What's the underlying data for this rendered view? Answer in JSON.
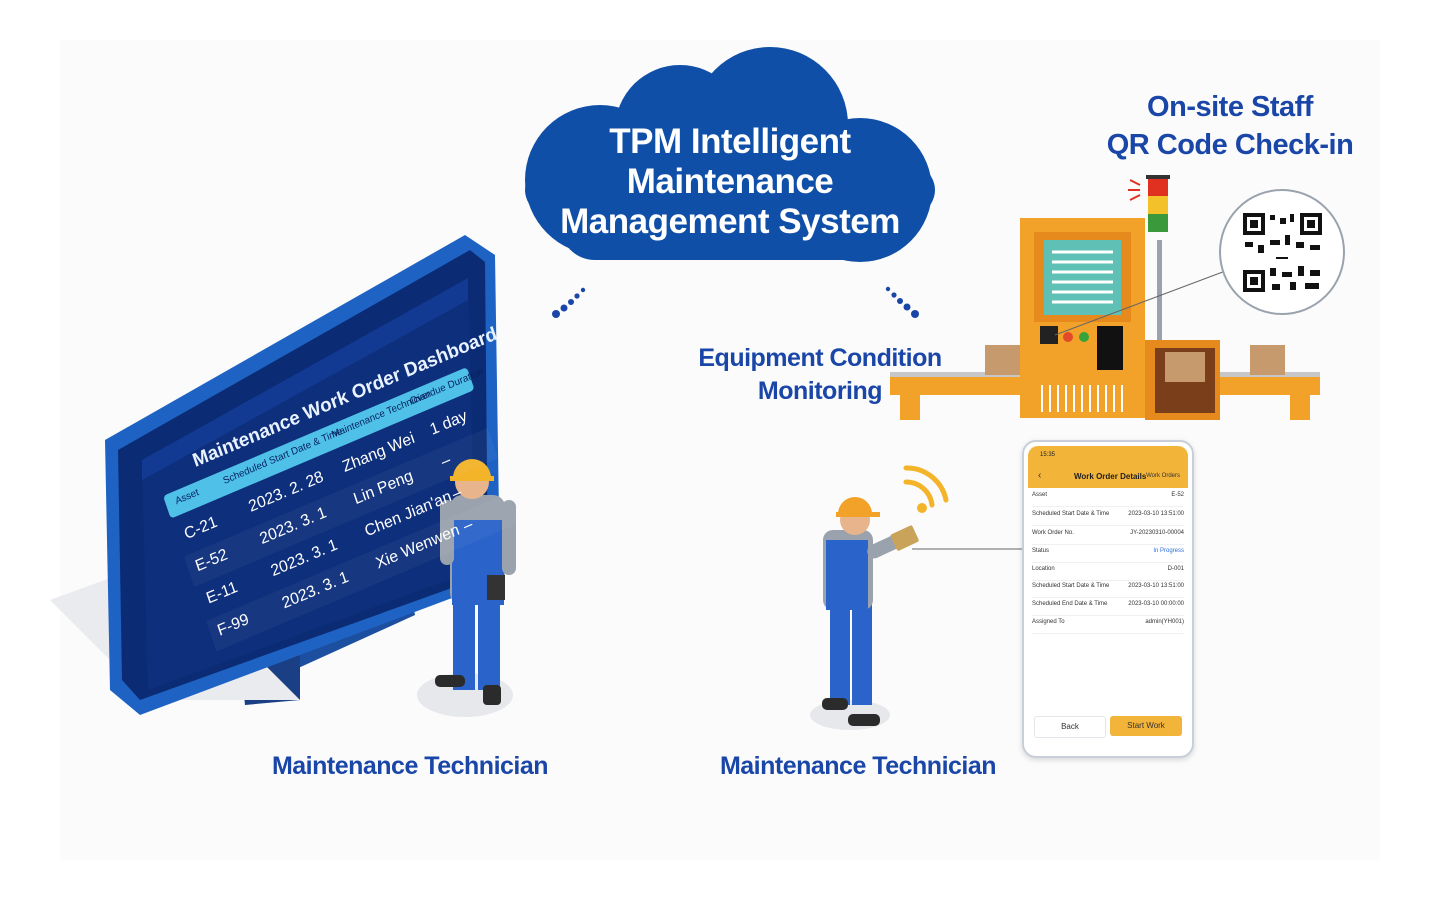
{
  "title": "TPM Intelligent Maintenance Management System",
  "title_lines": [
    "TPM Intelligent",
    "Maintenance",
    "Management System"
  ],
  "onsite": {
    "line1": "On-site Staff",
    "line2": "QR Code Check-in"
  },
  "equipment": {
    "line1": "Equipment Condition",
    "line2": "Monitoring"
  },
  "technician_left": "Maintenance Technician",
  "technician_right": "Maintenance Technician",
  "dashboard": {
    "title": "Maintenance Work Order Dashboard",
    "headers": [
      "Asset",
      "Scheduled Start Date & Time",
      "Maintenance Technician",
      "Overdue Duration"
    ],
    "rows": [
      {
        "asset": "C-21",
        "date": "2023. 2. 28",
        "tech": "Zhang Wei",
        "overdue": "1 day"
      },
      {
        "asset": "E-52",
        "date": "2023. 3. 1",
        "tech": "Lin Peng",
        "overdue": "–"
      },
      {
        "asset": "E-11",
        "date": "2023. 3. 1",
        "tech": "Chen Jian'an",
        "overdue": "–"
      },
      {
        "asset": "F-99",
        "date": "2023. 3. 1",
        "tech": "Xie Wenwen",
        "overdue": "–"
      }
    ]
  },
  "phone": {
    "time": "15:35",
    "title": "Work Order Details",
    "subtitle": "Work Orders",
    "fields": [
      {
        "label": "Asset",
        "value": "E-52"
      },
      {
        "label": "Scheduled Start Date & Time",
        "value": "2023-03-10 13:51:00"
      },
      {
        "label": "Work Order No.",
        "value": "JY-20230310-00004"
      },
      {
        "label": "Status",
        "value": "In Progress"
      },
      {
        "label": "Location",
        "value": "D-001"
      },
      {
        "label": "Scheduled Start Date & Time",
        "value": "2023-03-10 13:51:00"
      },
      {
        "label": "Scheduled End Date & Time",
        "value": "2023-03-10 00:00:00"
      },
      {
        "label": "Assigned To",
        "value": "admin(YH001)"
      }
    ],
    "back_label": "Back",
    "start_label": "Start Work"
  },
  "colors": {
    "brand_blue": "#1a46a8",
    "cloud_blue": "#0f4fa8",
    "accent_orange": "#f3a229",
    "status_blue": "#2d6ee0"
  }
}
